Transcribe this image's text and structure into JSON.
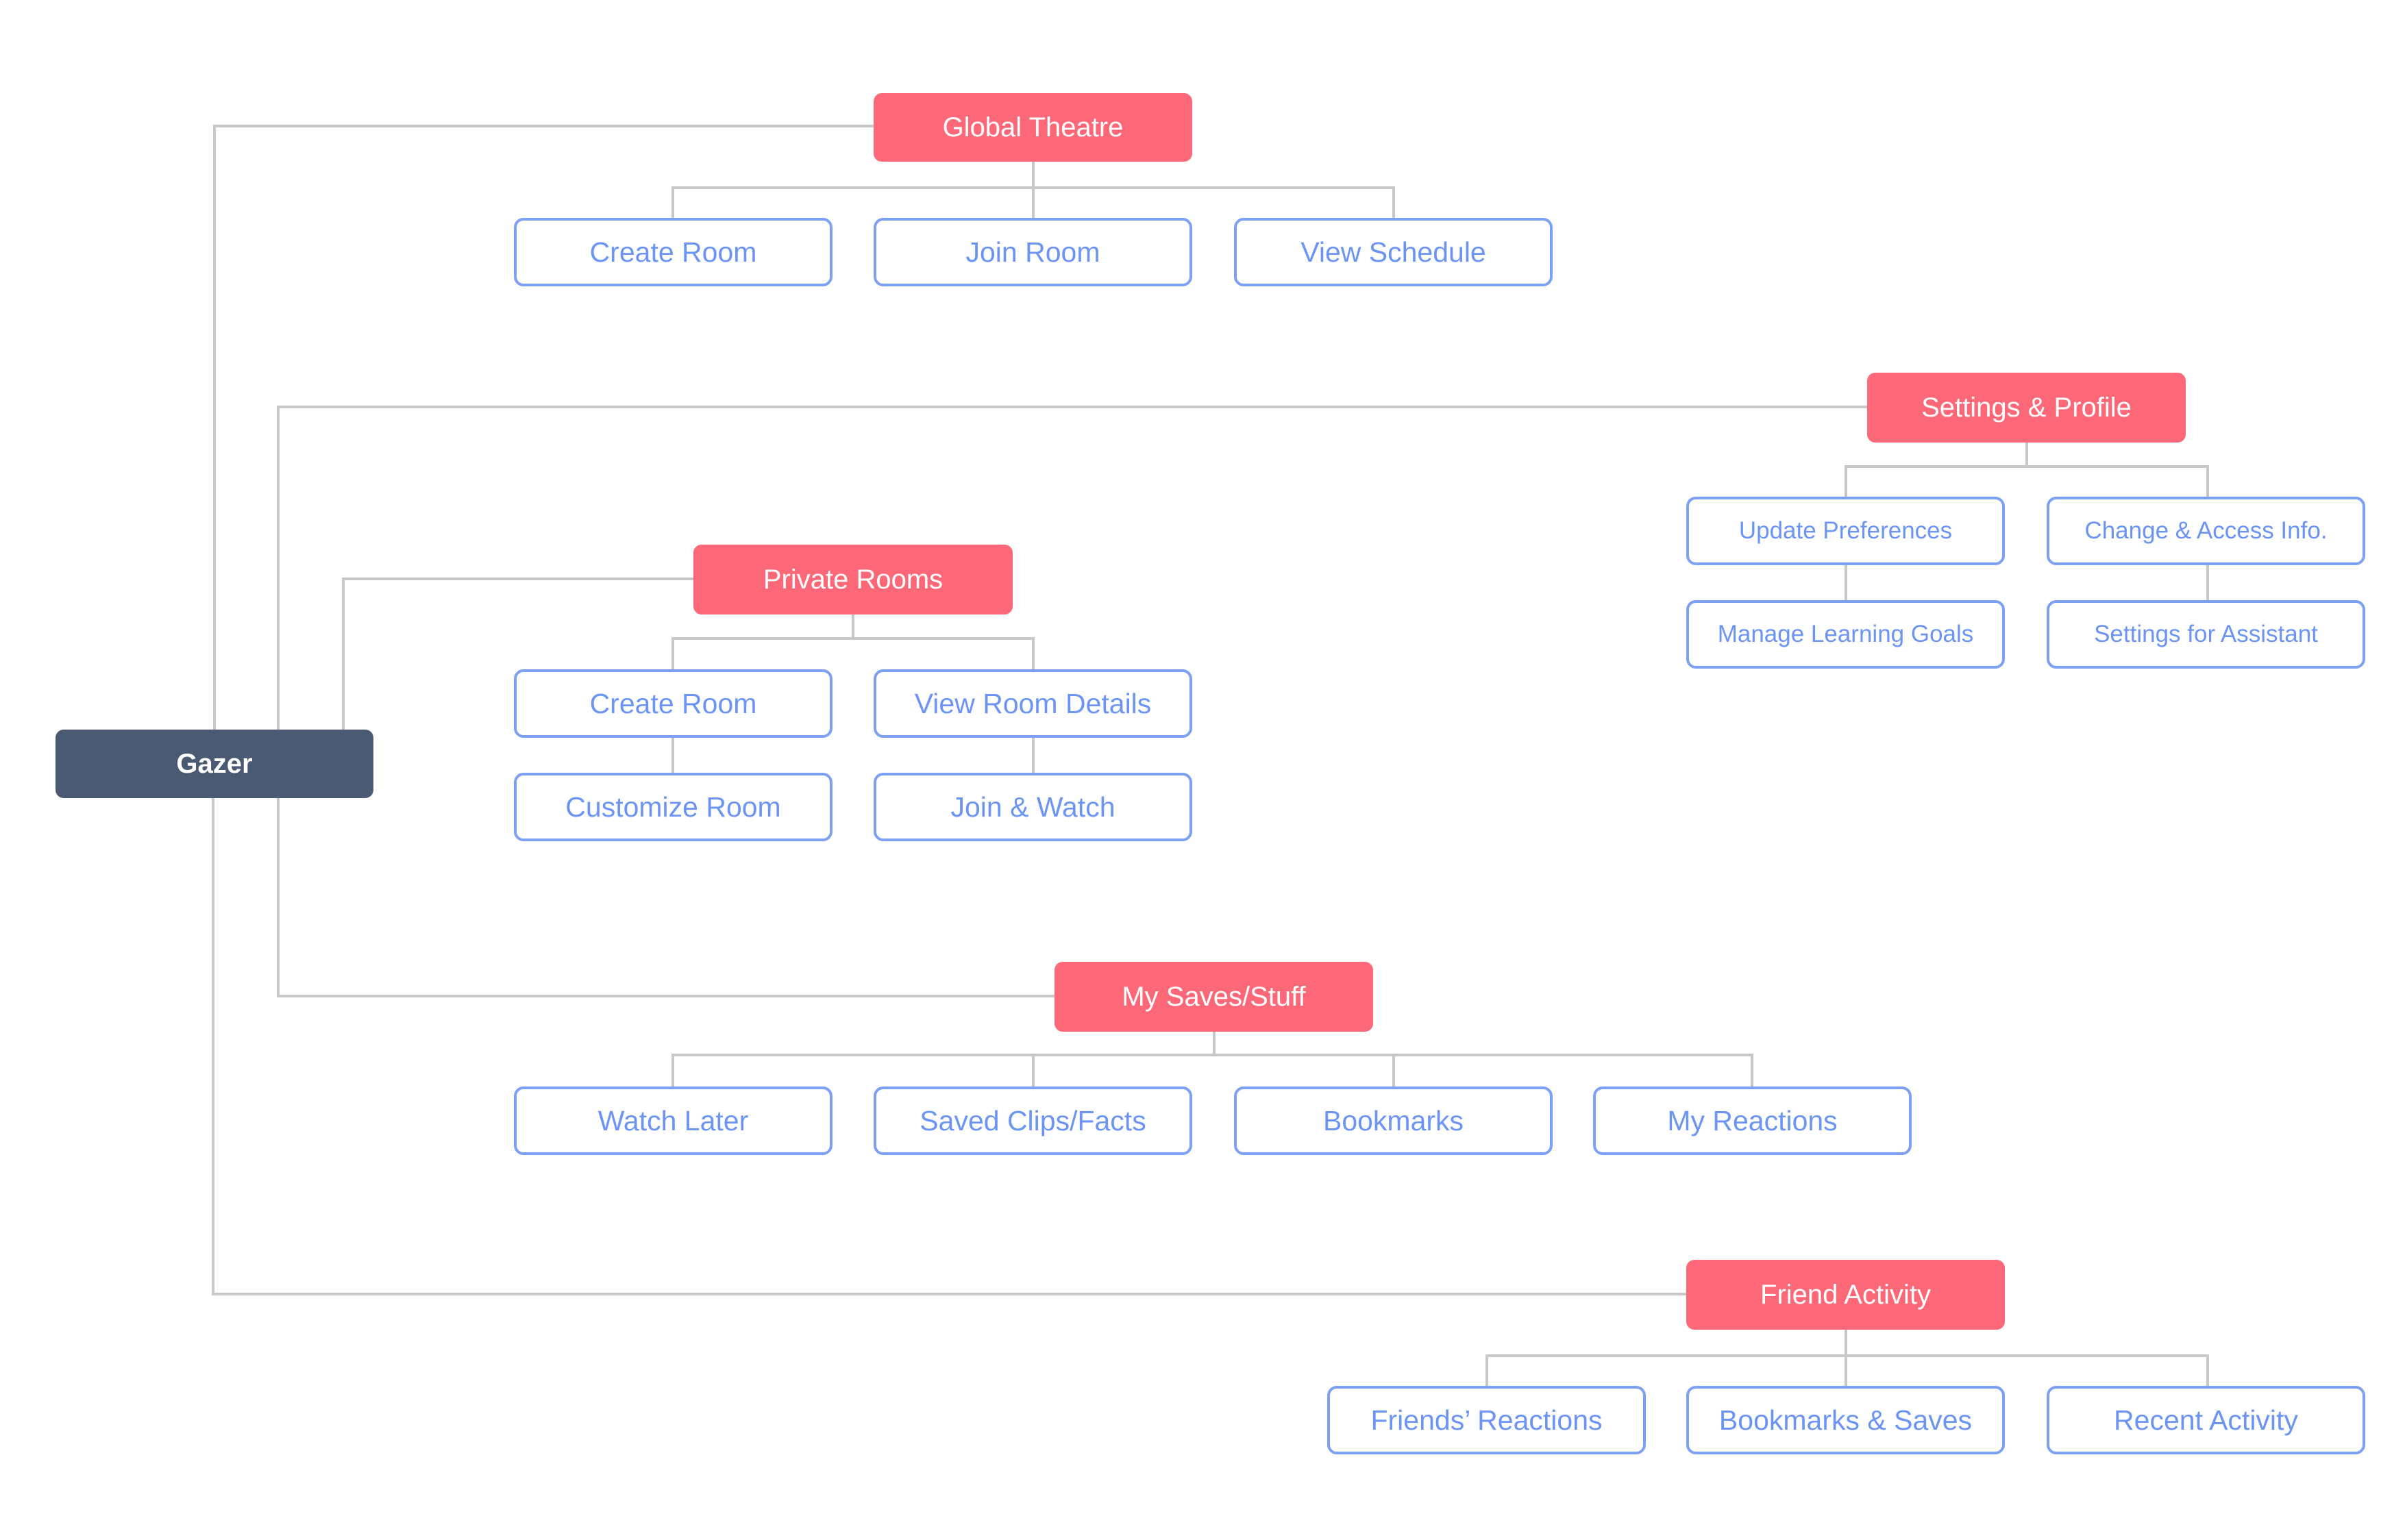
{
  "colors": {
    "root_fill": "#4a5a73",
    "section_fill": "#fd6878",
    "leaf_border": "#7ca0f3",
    "leaf_text": "#6b94f5",
    "connector": "#c8c8c8"
  },
  "root": {
    "label": "Gazer"
  },
  "global_theatre": {
    "label": "Global Theatre",
    "children": [
      "Create Room",
      "Join Room",
      "View Schedule"
    ]
  },
  "settings_profile": {
    "label": "Settings & Profile",
    "children": [
      "Update Preferences",
      "Change & Access Info.",
      "Manage Learning Goals",
      "Settings for Assistant"
    ]
  },
  "private_rooms": {
    "label": "Private Rooms",
    "children": [
      "Create Room",
      "View Room Details",
      "Customize Room",
      "Join & Watch"
    ]
  },
  "my_saves": {
    "label": "My Saves/Stuff",
    "children": [
      "Watch Later",
      "Saved Clips/Facts",
      "Bookmarks",
      "My Reactions"
    ]
  },
  "friend_activity": {
    "label": "Friend Activity",
    "children": [
      "Friends’ Reactions",
      "Bookmarks & Saves",
      "Recent Activity"
    ]
  }
}
